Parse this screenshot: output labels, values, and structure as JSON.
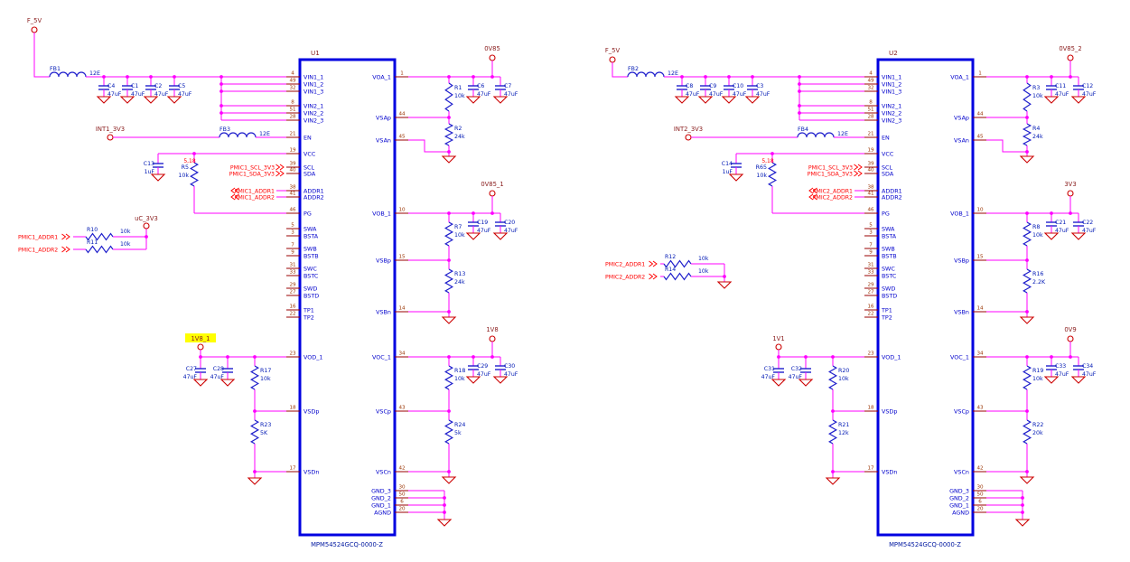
{
  "colors": {
    "wire": "#ff00ff",
    "chip": "#0000e0",
    "pin": "#990000",
    "pin_name": "#0000cc",
    "pin_num": "#993300",
    "power_text": "#8b2020",
    "designator": "#8b2020",
    "partnum": "#0018a0",
    "symbol_blue": "#2020cc",
    "symbol_red": "#cc0000",
    "net_text": "#ff0000",
    "component_text": "#0018b4",
    "highlight": "#ffff00"
  },
  "pins_left": [
    {
      "name": "VIN1_1",
      "num": "4"
    },
    {
      "name": "VIN1_2",
      "num": "49"
    },
    {
      "name": "VIN1_3",
      "num": "32"
    },
    {
      "name": "VIN2_1",
      "num": "8"
    },
    {
      "name": "VIN2_2",
      "num": "51"
    },
    {
      "name": "VIN2_3",
      "num": "28"
    },
    {
      "name": "EN",
      "num": "21"
    },
    {
      "name": "VCC",
      "num": "19"
    },
    {
      "name": "SCL",
      "num": "39"
    },
    {
      "name": "SDA",
      "num": "40"
    },
    {
      "name": "ADDR1",
      "num": "38"
    },
    {
      "name": "ADDR2",
      "num": "41"
    },
    {
      "name": "PG",
      "num": "46"
    },
    {
      "name": "SWA",
      "num": "5"
    },
    {
      "name": "BSTA",
      "num": "3"
    },
    {
      "name": "SWB",
      "num": "7"
    },
    {
      "name": "BSTB",
      "num": "9"
    },
    {
      "name": "SWC",
      "num": "31"
    },
    {
      "name": "BSTC",
      "num": "33"
    },
    {
      "name": "SWD",
      "num": "29"
    },
    {
      "name": "BSTD",
      "num": "27"
    },
    {
      "name": "TP1",
      "num": "16"
    },
    {
      "name": "TP2",
      "num": "22"
    },
    {
      "name": "VOD_1",
      "num": "23"
    },
    {
      "name": "VSDp",
      "num": "18"
    },
    {
      "name": "VSDn",
      "num": "17"
    }
  ],
  "pins_right": [
    {
      "name": "VOA_1",
      "num": "1"
    },
    {
      "name": "VSAp",
      "num": "44"
    },
    {
      "name": "VSAn",
      "num": "45"
    },
    {
      "name": "VOB_1",
      "num": "10"
    },
    {
      "name": "VSBp",
      "num": "15"
    },
    {
      "name": "VSBn",
      "num": "14"
    },
    {
      "name": "VOC_1",
      "num": "34"
    },
    {
      "name": "VSCp",
      "num": "43"
    },
    {
      "name": "VSCn",
      "num": "42"
    },
    {
      "name": "GND_3",
      "num": "30"
    },
    {
      "name": "GND_2",
      "num": "50"
    },
    {
      "name": "GND_1",
      "num": "6"
    },
    {
      "name": "AGND",
      "num": "20"
    }
  ],
  "circuits": [
    {
      "ref": "U1",
      "part_number": "MPM54524GCQ-0000-Z",
      "input": {
        "flag": "F_5V",
        "fb_top": {
          "ref": "FB1",
          "value": "12E"
        },
        "caps": [
          {
            "ref": "C4",
            "value": "47uF"
          },
          {
            "ref": "C1",
            "value": "47uF"
          },
          {
            "ref": "C2",
            "value": "47uF"
          },
          {
            "ref": "C5",
            "value": "47uF"
          }
        ],
        "en_flag": "INT1_3V3",
        "fb_en": {
          "ref": "FB3",
          "value": "12E"
        }
      },
      "vcc": {
        "cap": {
          "ref": "C13",
          "value": "1uF"
        },
        "res": {
          "ref": "R5",
          "value": "10k"
        },
        "note": "5,18"
      },
      "ports": {
        "scl": "PMIC1_SCL_3V3",
        "sda": "PMIC1_SDA_3V3",
        "addr1": "PMIC1_ADDR1",
        "addr2": "PMIC1_ADDR2"
      },
      "addr_pull": {
        "type": "up",
        "flag": "uC_3V3",
        "port1": "PMIC1_ADDR1",
        "res1": {
          "ref": "R10",
          "value": "10k"
        },
        "port2": "PMIC1_ADDR2",
        "res2": {
          "ref": "R11",
          "value": "10k"
        }
      },
      "vod": {
        "flag": "1V8_1",
        "highlighted": true,
        "caps": [
          {
            "ref": "C27",
            "value": "47uF"
          },
          {
            "ref": "C28",
            "value": "47uF"
          }
        ],
        "res_top": {
          "ref": "R17",
          "value": "10k"
        },
        "res_bot": {
          "ref": "R23",
          "value": "5K"
        }
      },
      "outputs": [
        {
          "flag": "0V85",
          "res_top": {
            "ref": "R1",
            "value": "10k"
          },
          "res_bot": {
            "ref": "R2",
            "value": "24k"
          },
          "caps": [
            {
              "ref": "C6",
              "value": "47uF"
            },
            {
              "ref": "C7",
              "value": "47uF"
            }
          ]
        },
        {
          "flag": "0V85_1",
          "res_top": {
            "ref": "R7",
            "value": "10k"
          },
          "res_bot": {
            "ref": "R13",
            "value": "24k"
          },
          "caps": [
            {
              "ref": "C19",
              "value": "47uF"
            },
            {
              "ref": "C20",
              "value": "47uF"
            }
          ]
        },
        {
          "flag": "1V8",
          "res_top": {
            "ref": "R18",
            "value": "10k"
          },
          "res_bot": {
            "ref": "R24",
            "value": "5k"
          },
          "caps": [
            {
              "ref": "C29",
              "value": "47uF"
            },
            {
              "ref": "C30",
              "value": "47uF"
            }
          ]
        }
      ]
    },
    {
      "ref": "U2",
      "part_number": "MPM54524GCQ-0000-Z",
      "input": {
        "flag": "F_5V",
        "fb_top": {
          "ref": "FB2",
          "value": "12E"
        },
        "caps": [
          {
            "ref": "C8",
            "value": "47uF"
          },
          {
            "ref": "C9",
            "value": "47uF"
          },
          {
            "ref": "C10",
            "value": "47uF"
          },
          {
            "ref": "C3",
            "value": "47uF"
          }
        ],
        "en_flag": "INT2_3V3",
        "fb_en": {
          "ref": "FB4",
          "value": "12E"
        }
      },
      "vcc": {
        "cap": {
          "ref": "C14",
          "value": "1uF"
        },
        "res": {
          "ref": "R65",
          "value": "10k"
        },
        "note": "5,18"
      },
      "ports": {
        "scl": "PMIC1_SCL_3V3",
        "sda": "PMIC1_SDA_3V3",
        "addr1": "PMIC2_ADDR1",
        "addr2": "PMIC2_ADDR2"
      },
      "addr_pull": {
        "type": "down",
        "port1": "PMIC2_ADDR1",
        "res1": {
          "ref": "R12",
          "value": "10k"
        },
        "port2": "PMIC2_ADDR2",
        "res2": {
          "ref": "R14",
          "value": "10k"
        }
      },
      "vod": {
        "flag": "1V1",
        "highlighted": false,
        "caps": [
          {
            "ref": "C31",
            "value": "47uF"
          },
          {
            "ref": "C32",
            "value": "47uF"
          }
        ],
        "res_top": {
          "ref": "R20",
          "value": "10k"
        },
        "res_bot": {
          "ref": "R21",
          "value": "12k"
        }
      },
      "outputs": [
        {
          "flag": "0V85_2",
          "res_top": {
            "ref": "R3",
            "value": "10k"
          },
          "res_bot": {
            "ref": "R4",
            "value": "24k"
          },
          "caps": [
            {
              "ref": "C11",
              "value": "47uF"
            },
            {
              "ref": "C12",
              "value": "47uF"
            }
          ]
        },
        {
          "flag": "3V3",
          "res_top": {
            "ref": "R8",
            "value": "10k"
          },
          "res_bot": {
            "ref": "R16",
            "value": "2.2K"
          },
          "caps": [
            {
              "ref": "C21",
              "value": "47uF"
            },
            {
              "ref": "C22",
              "value": "47uF"
            }
          ]
        },
        {
          "flag": "0V9",
          "res_top": {
            "ref": "R19",
            "value": "10k"
          },
          "res_bot": {
            "ref": "R22",
            "value": "20k"
          },
          "caps": [
            {
              "ref": "C33",
              "value": "47uF"
            },
            {
              "ref": "C34",
              "value": "47uF"
            }
          ]
        }
      ]
    }
  ]
}
